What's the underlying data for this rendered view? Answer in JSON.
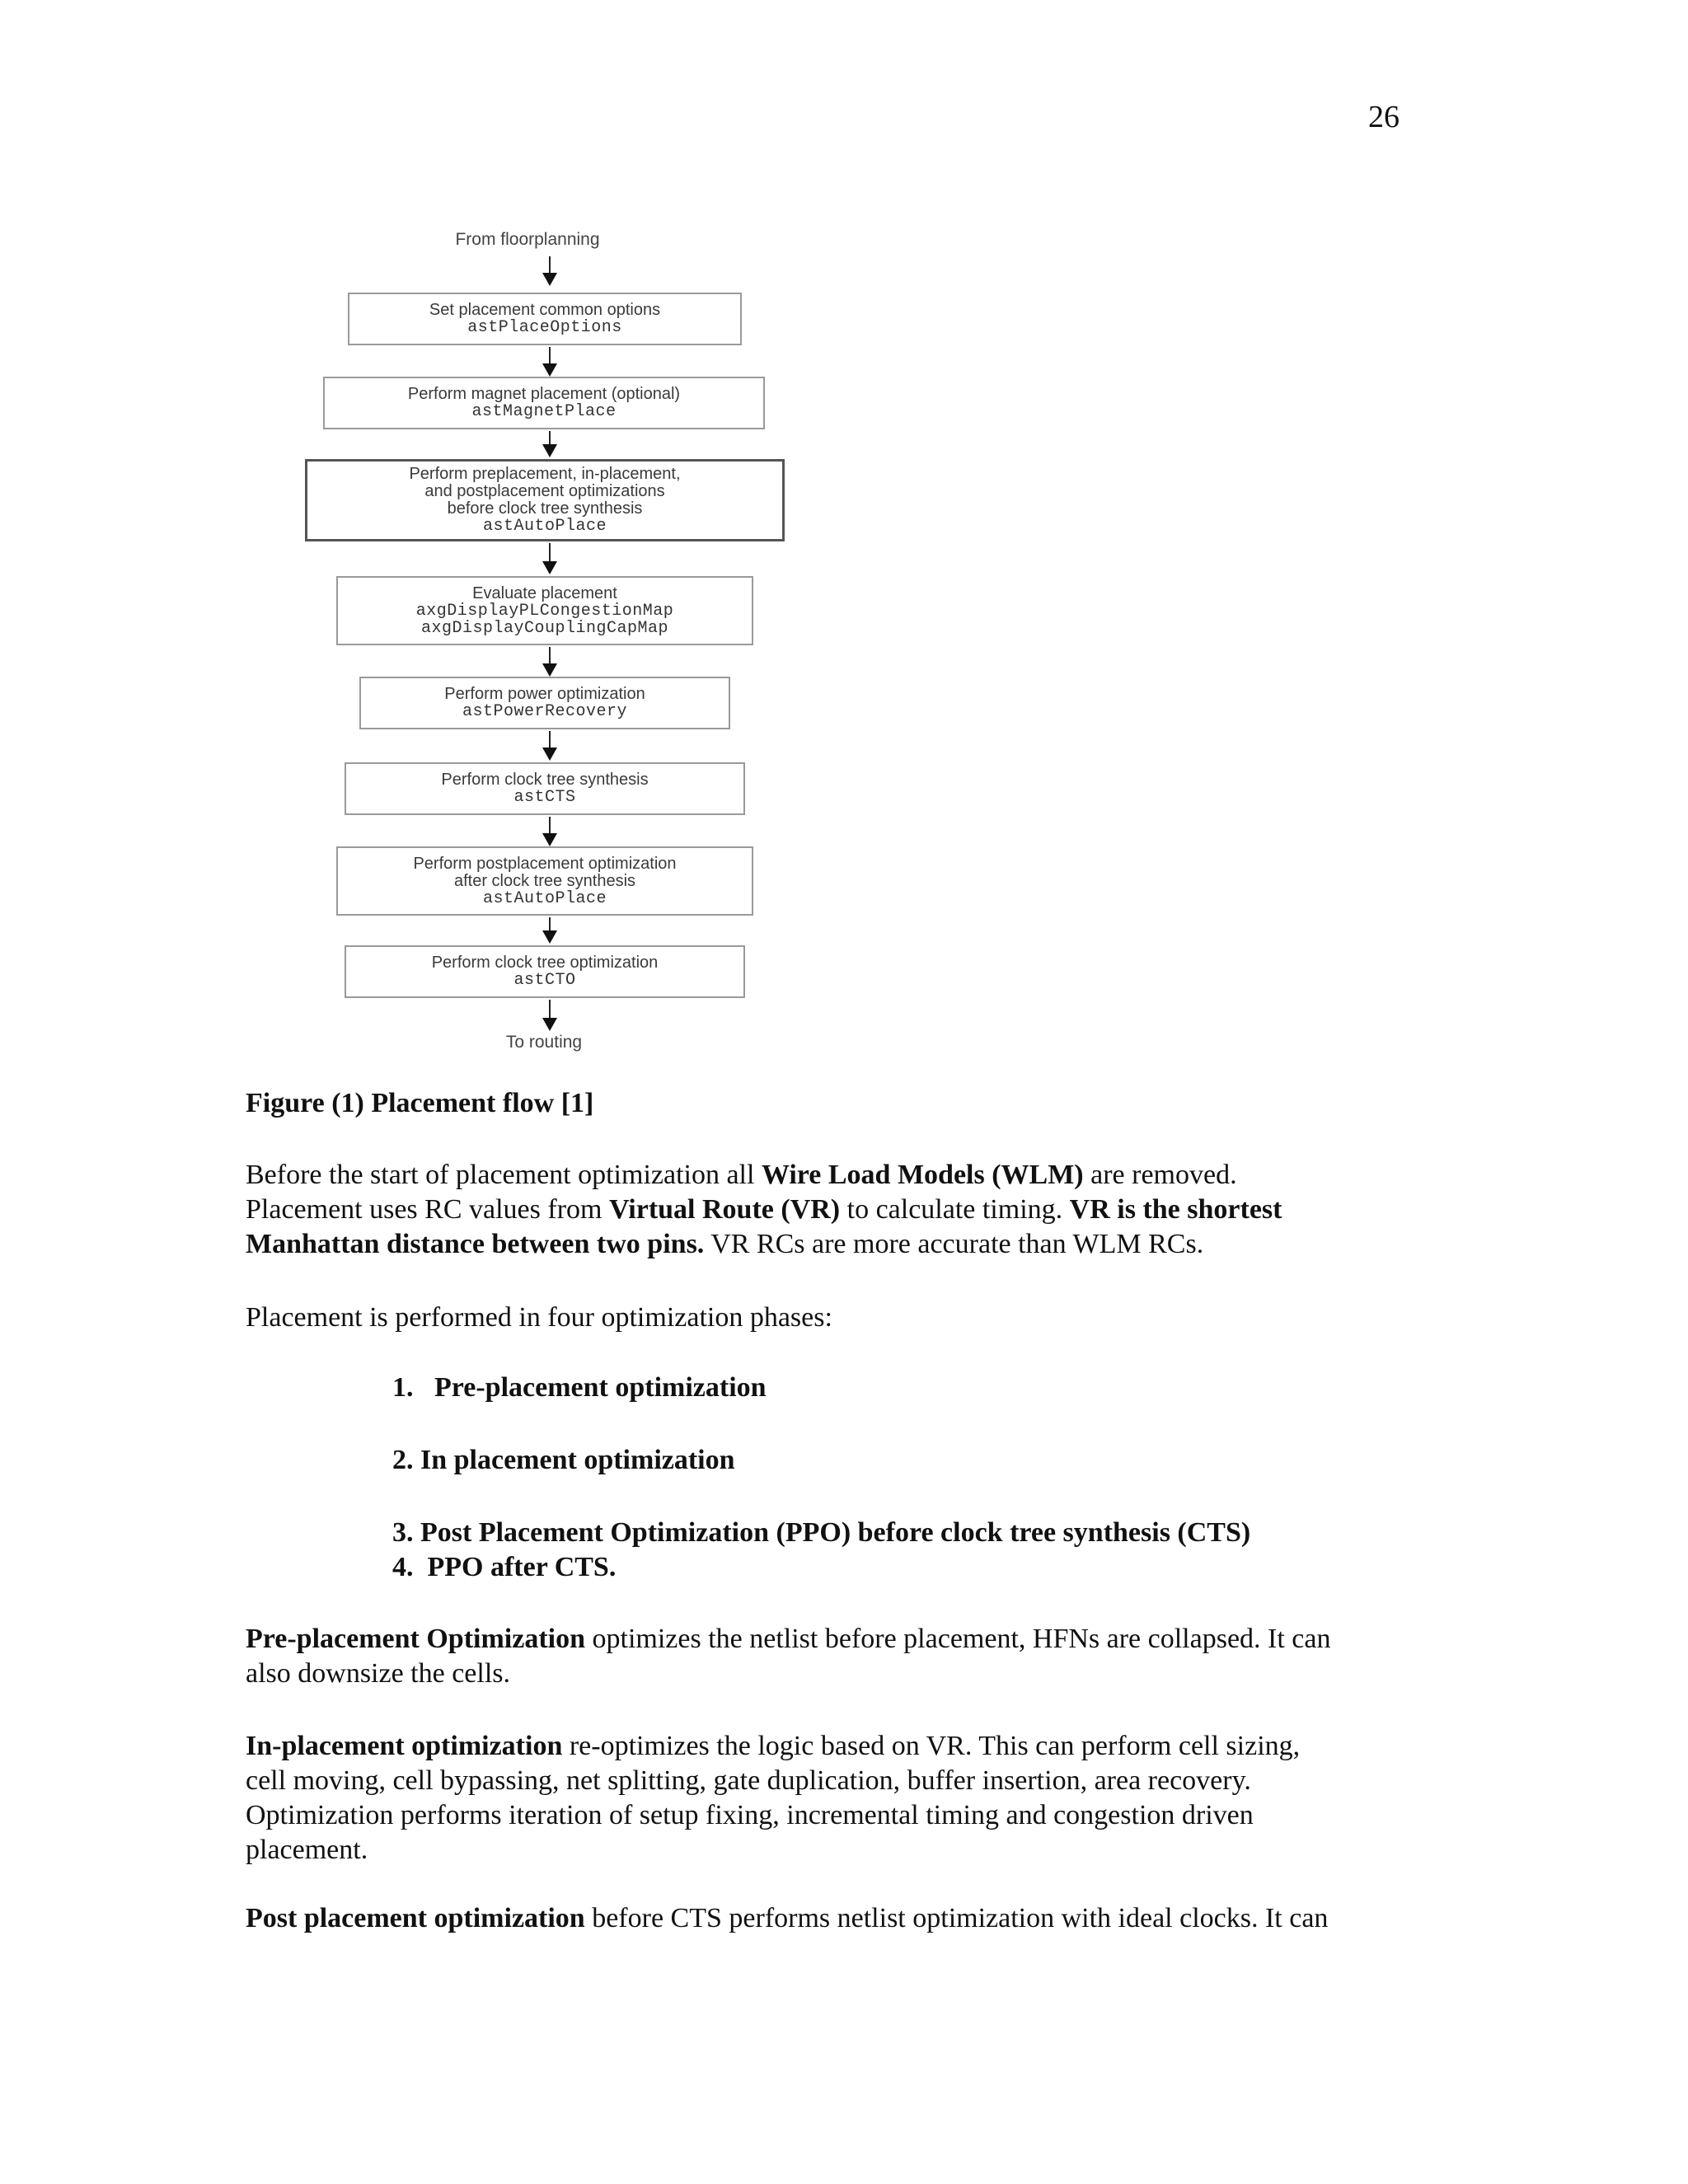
{
  "page_number": "26",
  "flowchart": {
    "start_label": "From floorplanning",
    "end_label": "To routing",
    "steps": [
      {
        "lines": [
          "Set placement common options"
        ],
        "code": [
          "astPlaceOptions"
        ]
      },
      {
        "lines": [
          "Perform magnet placement (optional)"
        ],
        "code": [
          "astMagnetPlace"
        ]
      },
      {
        "lines": [
          "Perform preplacement, in-placement,",
          "and postplacement optimizations",
          "before clock tree synthesis"
        ],
        "code": [
          "astAutoPlace"
        ]
      },
      {
        "lines": [
          "Evaluate placement"
        ],
        "code": [
          "axgDisplayPLCongestionMap",
          "axgDisplayCouplingCapMap"
        ]
      },
      {
        "lines": [
          "Perform power optimization"
        ],
        "code": [
          "astPowerRecovery"
        ]
      },
      {
        "lines": [
          "Perform clock tree synthesis"
        ],
        "code": [
          "astCTS"
        ]
      },
      {
        "lines": [
          "Perform postplacement optimization",
          "after clock tree synthesis"
        ],
        "code": [
          "astAutoPlace"
        ]
      },
      {
        "lines": [
          "Perform clock tree optimization"
        ],
        "code": [
          "astCTO"
        ]
      }
    ]
  },
  "caption": "Figure (1) Placement flow [1]",
  "para1": {
    "s1": "Before the start of placement optimization all ",
    "b1": "Wire Load Models (WLM)",
    "s2": " are removed.",
    "s3": "Placement uses RC values from ",
    "b2": "Virtual Route (VR)",
    "s4": " to calculate timing. ",
    "b3": "VR is the shortest",
    "b4": "Manhattan distance between two pins.",
    "s5": " VR RCs are more accurate than WLM RCs."
  },
  "para2": "Placement is performed in four optimization phases:",
  "phases": [
    "1.   Pre-placement optimization",
    "2. In placement optimization",
    "3. Post Placement Optimization (PPO) before clock tree synthesis (CTS)",
    "4.  PPO after CTS."
  ],
  "para3": {
    "bold": "Pre-placement Optimization",
    "l1": " optimizes the netlist before placement, HFNs are collapsed. It can",
    "l2": "also downsize the cells."
  },
  "para4": {
    "bold": "In-placement optimization",
    "l1": " re-optimizes the logic based on VR. This can perform cell sizing,",
    "l2": "cell moving, cell bypassing, net splitting, gate duplication, buffer insertion, area recovery.",
    "l3": "Optimization performs iteration of setup fixing, incremental timing and congestion driven",
    "l4": "placement."
  },
  "para5": {
    "bold": "Post placement optimization",
    "l1": " before CTS performs netlist optimization with ideal clocks. It can"
  }
}
